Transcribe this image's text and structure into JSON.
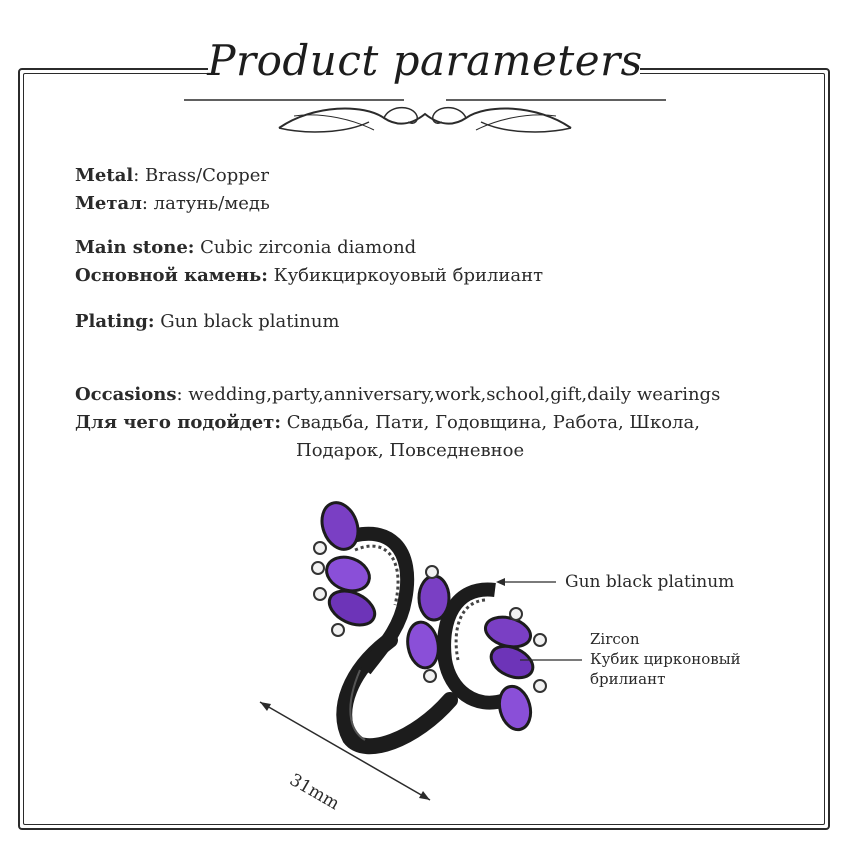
{
  "title": "Product parameters",
  "params": {
    "metal_en_label": "Metal",
    "metal_en_value": ": Brass/Copper",
    "metal_ru_label": "Метал",
    "metal_ru_value": ": латунь/медь",
    "stone_en_label": "Main stone:",
    "stone_en_value": " Cubic zirconia diamond",
    "stone_ru_label": "Основной камень:",
    "stone_ru_value": " Кубикциркоyовый брилиант",
    "plating_label": "Plating:",
    "plating_value": "  Gun black platinum",
    "occasions_en_label": "Occasions",
    "occasions_en_value": ": wedding,party,anniversary,work,school,gift,daily wearings",
    "occasions_ru_label": "Для чего подойдет:",
    "occasions_ru_value": "  Свадьба, Пати, Годовщина, Работа, Школа,",
    "occasions_ru_value2": "Подарок, Повседневное"
  },
  "callouts": {
    "plating": "Gun black platinum",
    "zircon_en": "Zircon",
    "zircon_ru_1": "Кубик цирконовый",
    "zircon_ru_2": "брилиант",
    "dimension": "31mm"
  },
  "colors": {
    "frame": "#2b2b2b",
    "stone": "#7a3fc4",
    "ring": "#1c1c1c"
  }
}
